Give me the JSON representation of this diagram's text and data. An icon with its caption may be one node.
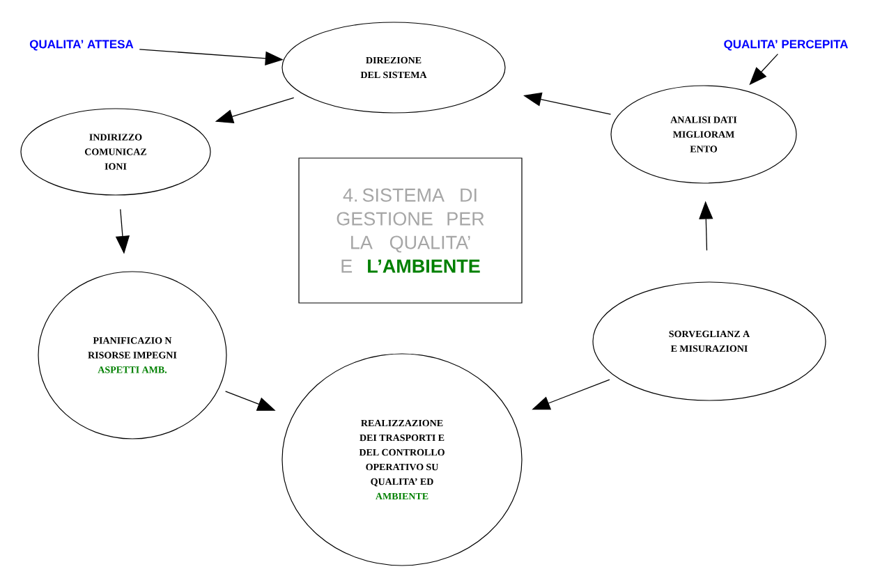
{
  "diagram": {
    "nodes": [
      {
        "text": [
          "QUALITA’ ATTESA"
        ]
      },
      {
        "text": [
          "DIREZIONE DEL SISTEMA"
        ]
      },
      {
        "text": [
          "QUALITA’ PERCEPITA"
        ]
      },
      {
        "text": [
          "ANALISI DATI MIGLIORAM ENTO"
        ]
      },
      {
        "text": [
          "INDIRIZZO COMUNICAZ IONI"
        ]
      },
      {
        "text": [
          "4. SISTEMA DI GESTIONE PER LA QUALITA’ E",
          "L’AMBIENTE"
        ]
      },
      {
        "text": [
          "SORVEGLIANZ A E MISURAZIONI"
        ]
      },
      {
        "text": [
          "PIANIFICAZIO N RISORSE IMPEGNI",
          "ASPETTI AMB."
        ]
      },
      {
        "text": [
          "REALIZZAZIONE DEI TRASPORTI E DEL CONTROLLO OPERATIVO SU QUALITA’ ED",
          "AMBIENTE"
        ]
      }
    ],
    "edges": [
      {
        "from": 0,
        "to": 1,
        "arrow": "to"
      },
      {
        "from": 2,
        "to": 3,
        "arrow": "to"
      },
      {
        "from": 1,
        "to": 4,
        "arrow": "to"
      },
      {
        "from": 4,
        "to": 7,
        "arrow": "to"
      },
      {
        "from": 7,
        "to": 8,
        "arrow": "to"
      },
      {
        "from": 6,
        "to": 8,
        "arrow": "to"
      },
      {
        "from": 6,
        "to": 3,
        "arrow": "to"
      },
      {
        "from": 3,
        "to": 1,
        "arrow": "to"
      }
    ]
  }
}
